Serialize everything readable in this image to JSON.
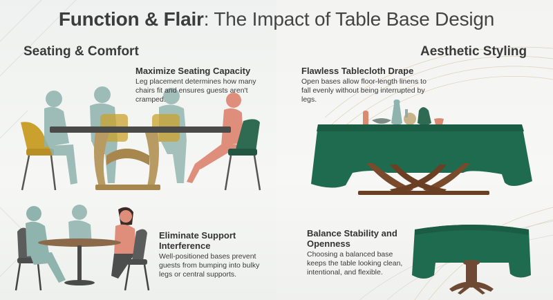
{
  "title": {
    "bold_part": "Function & Flair",
    "rest": ": The Impact of Table Base Design"
  },
  "sections": {
    "left": "Seating & Comfort",
    "right": "Aesthetic Styling"
  },
  "blocks": [
    {
      "title": "Maximize Seating Capacity",
      "text": "Leg placement determines how many chairs fit and ensures guests aren't cramped."
    },
    {
      "title": "Flawless Tablecloth Drape",
      "text": "Open bases allow floor-length linens to fall evenly without being interrupted by legs."
    },
    {
      "title": "Eliminate Support Interference",
      "text": "Well-positioned bases prevent guests from bumping into bulky legs or central supports."
    },
    {
      "title": "Balance Stability and Openness",
      "text": "Choosing a balanced base keeps the table looking clean, intentional, and flexible."
    }
  ],
  "colors": {
    "tablecloth_green": "#1f6b4f",
    "chair_green": "#2f6a52",
    "chair_mustard": "#caa12e",
    "figure_teal": "#8fb3ad",
    "figure_coral": "#e08e7c",
    "base_gold": "#b89a63",
    "wood_brown": "#7a4a2c"
  }
}
